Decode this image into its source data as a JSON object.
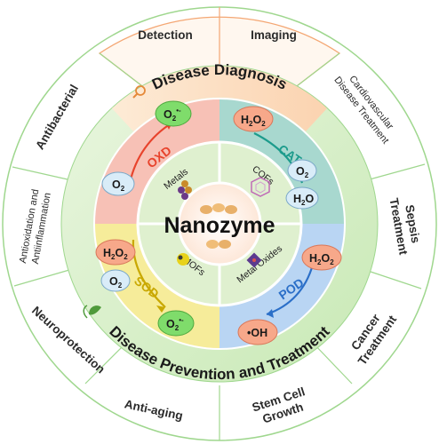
{
  "center": {
    "title": "Nanozyme"
  },
  "categories": {
    "metals": "Metals",
    "cofs": "COFs",
    "mofs": "MOFs",
    "metal_oxides": "Metal Oxides"
  },
  "enzymes": {
    "oxd": "OXD",
    "cat": "CAT",
    "sod": "SOD",
    "pod": "POD"
  },
  "chemicals": {
    "o2": "O",
    "o2_sub": "2",
    "superoxide_sup": "•-",
    "h2o2": "H",
    "h2o": "H",
    "h_sub": "2",
    "o_letter": "O",
    "oh": "•OH"
  },
  "ring": {
    "diagnosis": "Disease Diagnosis",
    "treatment": "Disease Prevention and Treatment"
  },
  "outer_segments": {
    "detection": "Detection",
    "imaging": "Imaging",
    "cardio_line1": "Cardiovascular",
    "cardio_line2": "Disease Treatment",
    "sepsis_line1": "Sepsis",
    "sepsis_line2": "Treatment",
    "cancer_line1": "Cancer",
    "cancer_line2": "Treatment",
    "stemcell_line1": "Stem Cell",
    "stemcell_line2": "Growth",
    "antiaging": "Anti-aging",
    "neuro": "Neuroprotection",
    "antiox_line1": "Antioxidation and",
    "antiox_line2": "Antiinflammation",
    "antibacterial": "Antibacterial"
  },
  "colors": {
    "diagnosis_arc": "#f7b58a",
    "treatment_arc": "#9bd58a",
    "oxd": "#e8432c",
    "cat": "#1c9b8c",
    "sod": "#c9a800",
    "pod": "#2b6fc8"
  }
}
